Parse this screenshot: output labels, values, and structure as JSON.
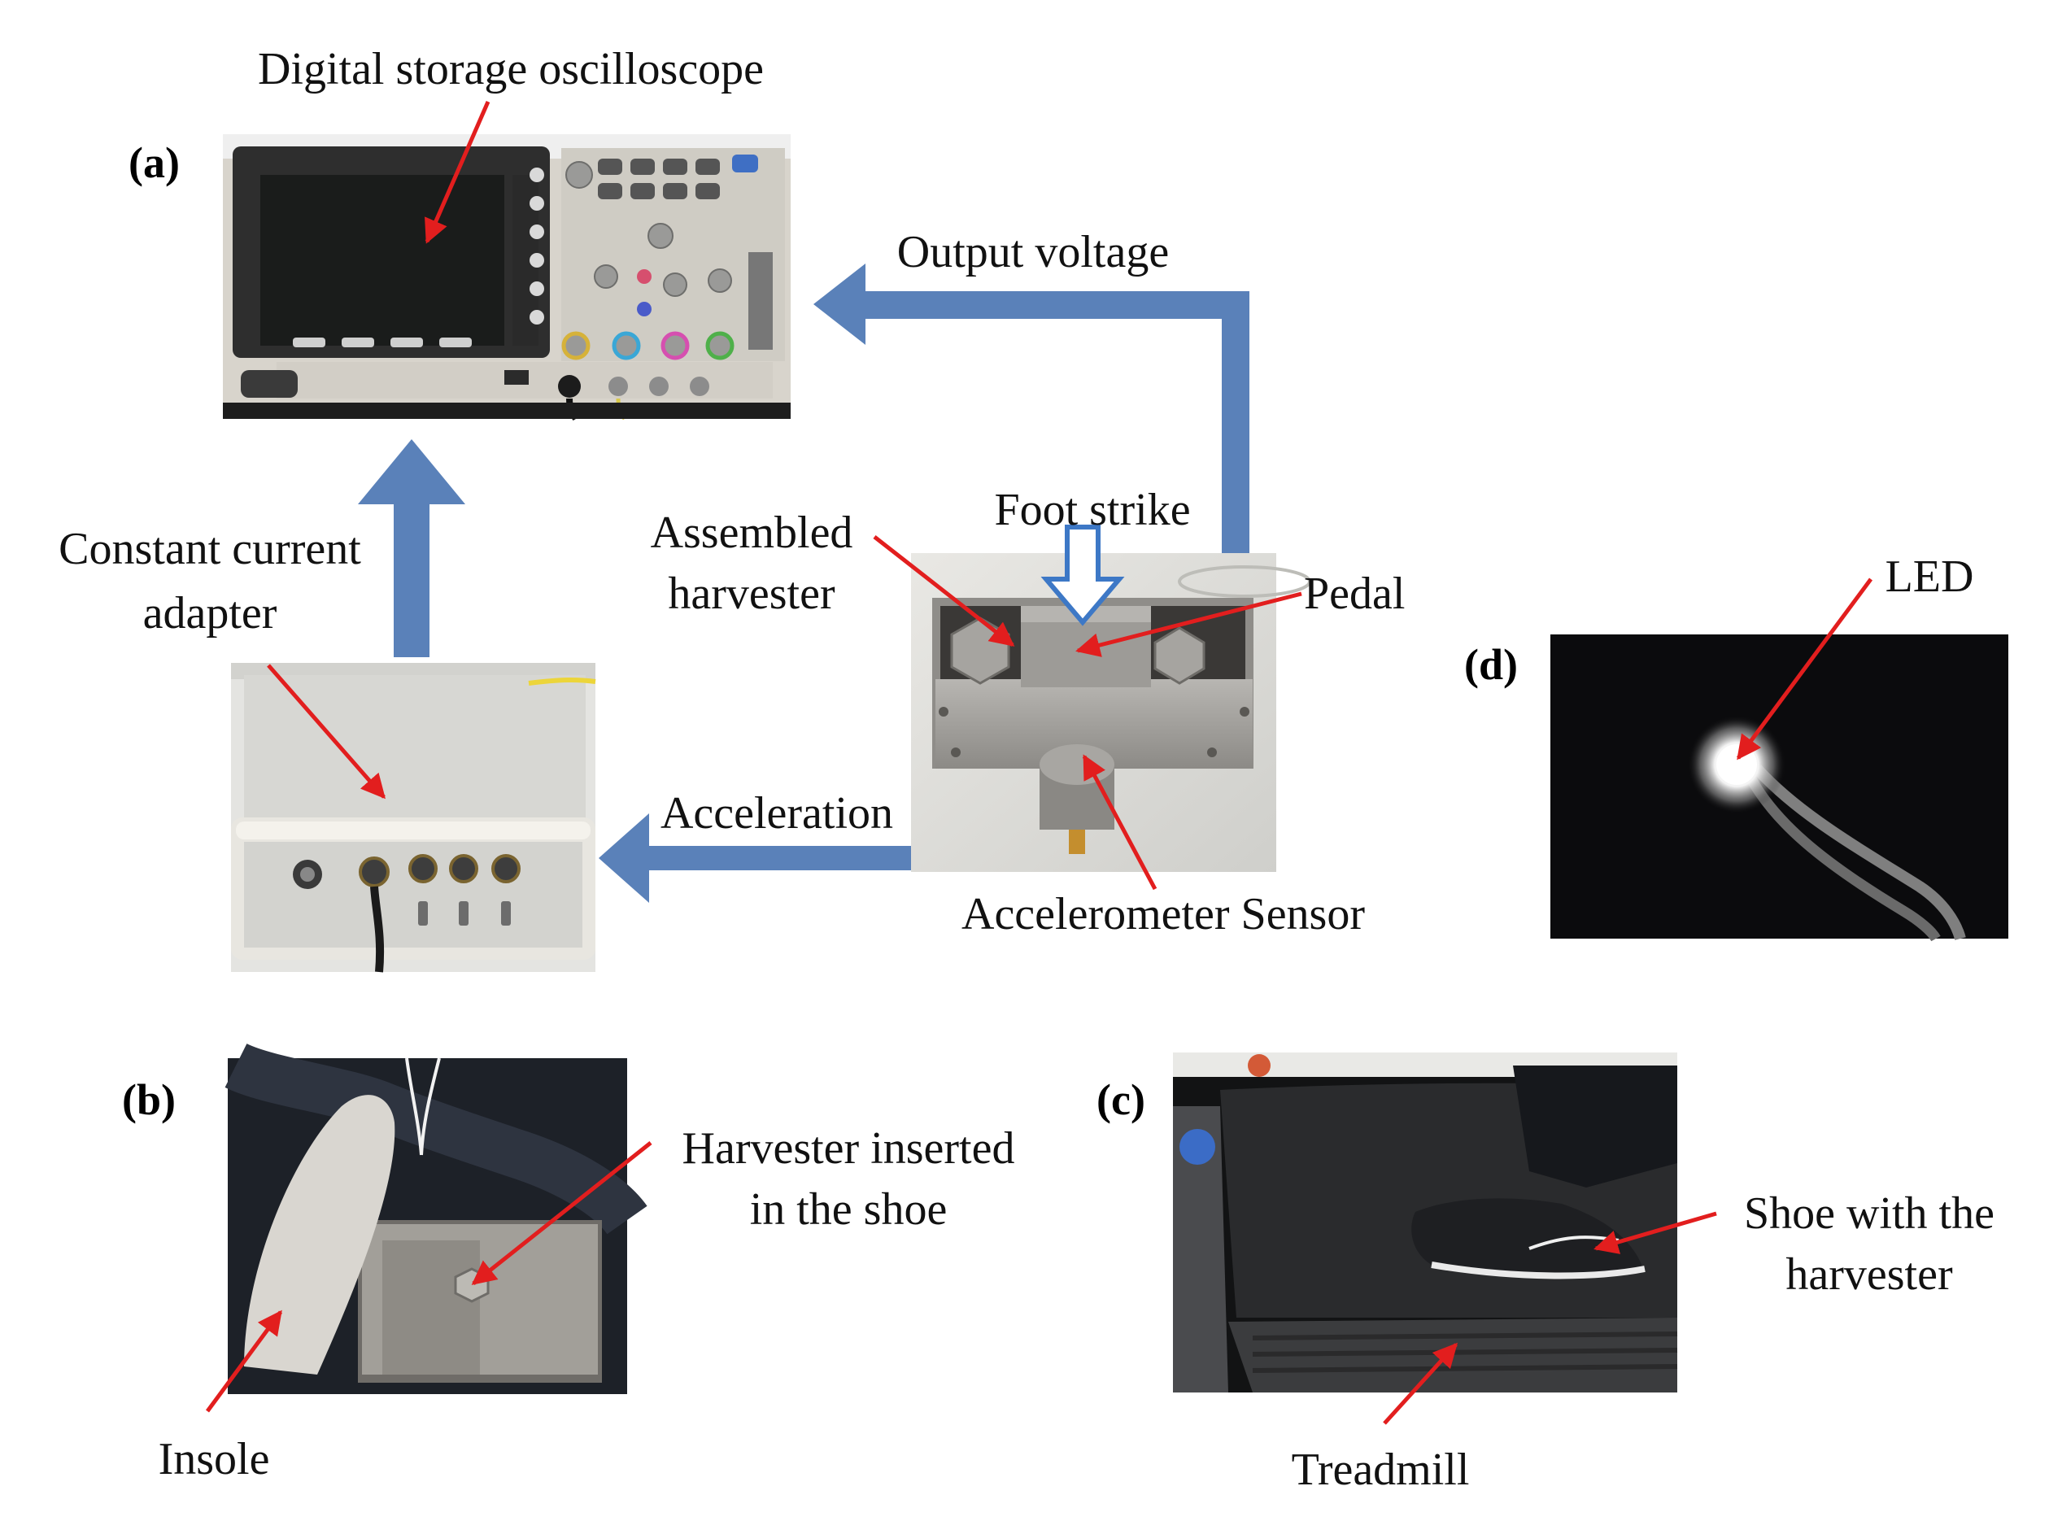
{
  "panels": {
    "a": "(a)",
    "b": "(b)",
    "c": "(c)",
    "d": "(d)"
  },
  "labels": {
    "oscilloscope": "Digital storage oscilloscope",
    "output_voltage": "Output voltage",
    "adapter_line1": "Constant current",
    "adapter_line2": "adapter",
    "foot_strike": "Foot strike",
    "assembled_line1": "Assembled",
    "assembled_line2": "harvester",
    "pedal": "Pedal",
    "acceleration": "Acceleration",
    "accelerometer": "Accelerometer Sensor",
    "led": "LED",
    "harvester_shoe_line1": "Harvester inserted",
    "harvester_shoe_line2": "in the shoe",
    "insole": "Insole",
    "shoe_line1": "Shoe with the",
    "shoe_line2": "harvester",
    "treadmill": "Treadmill"
  },
  "colors": {
    "flow_arrow": "#5a81b9",
    "callout_arrow": "#e21e1e",
    "strike_arrow_outline": "#3d78c6"
  }
}
